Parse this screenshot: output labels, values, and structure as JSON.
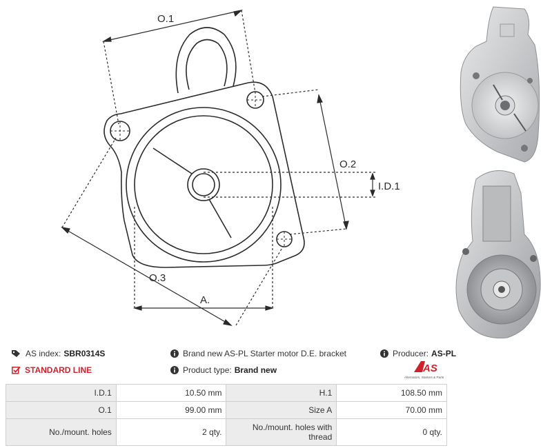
{
  "drawing": {
    "labels": {
      "o1": "O.1",
      "o2": "O.2",
      "o3": "O.3",
      "id1": "I.D.1",
      "a": "A."
    }
  },
  "info": {
    "as_index_label": "AS index:",
    "as_index_value": "SBR0314S",
    "description": "Brand new AS-PL Starter motor D.E. bracket",
    "producer_label": "Producer:",
    "producer_value": "AS-PL",
    "standard_line": "STANDARD LINE",
    "product_type_label": "Product type:",
    "product_type_value": "Brand new"
  },
  "logo": {
    "mark": "AS",
    "tagline": "Alternators, Starters & Parts",
    "color": "#d0202a"
  },
  "specs": {
    "rows": [
      {
        "l1": "I.D.1",
        "v1": "10.50 mm",
        "l2": "H.1",
        "v2": "108.50 mm"
      },
      {
        "l1": "O.1",
        "v1": "99.00 mm",
        "l2": "Size A",
        "v2": "70.00 mm"
      },
      {
        "l1": "No./mount. holes",
        "v1": "2 qty.",
        "l2": "No./mount. holes with thread",
        "v2": "0 qty."
      }
    ]
  },
  "icons": {
    "as_index": "tags-icon",
    "description": "info-icon",
    "producer": "info-icon",
    "standard_line": "checkbox-icon",
    "product_type": "info-icon"
  }
}
